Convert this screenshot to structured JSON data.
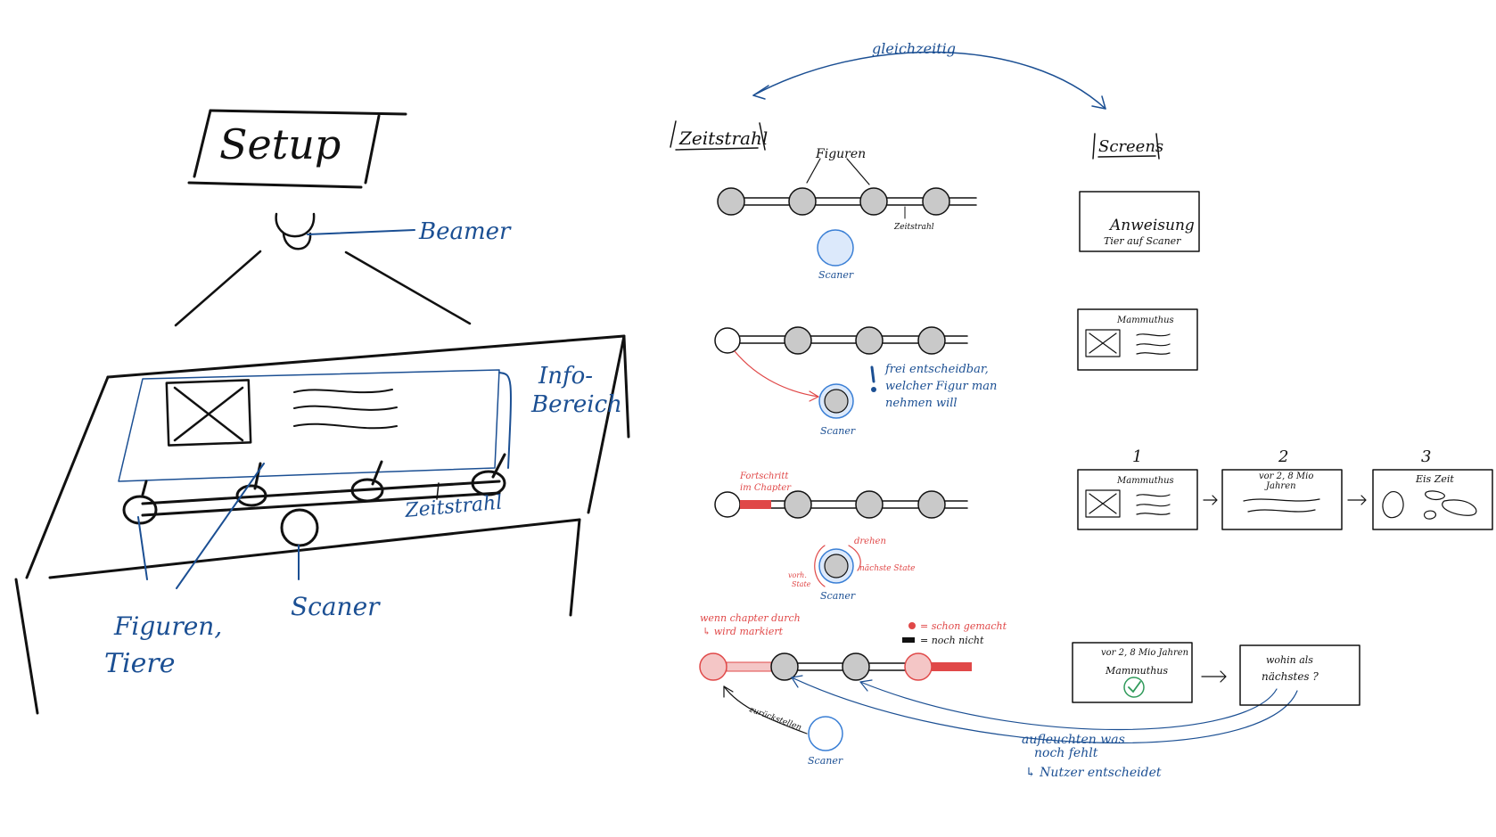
{
  "setup": {
    "title": "Setup",
    "beamer_label": "Beamer",
    "info_label_line1": "Info-",
    "info_label_line2": "Bereich",
    "timeline_label": "Zeitstrahl",
    "scanner_label": "Scaner",
    "figures_label_line1": "Figuren,",
    "figures_label_line2": "Tiere"
  },
  "simultaneous_label": "gleichzeitig",
  "zeitstrahl": {
    "heading": "Zeitstrahl",
    "row1": {
      "figures_label": "Figuren",
      "timeline_small_label": "Zeitstrahl",
      "scanner_label": "Scaner"
    },
    "row2": {
      "note_line1": "frei entscheidbar,",
      "note_line2": "welcher Figur man",
      "note_line3": "nehmen will",
      "scanner_label": "Scaner"
    },
    "row3": {
      "progress_label_line1": "Fortschritt",
      "progress_label_line2": "im Chapter",
      "rotate_label": "drehen",
      "next_state_label": "nächste State",
      "prev_state_label_line1": "vorh.",
      "prev_state_label_line2": "State",
      "scanner_label": "Scaner"
    },
    "row4": {
      "chapter_note_line1": "wenn chapter durch",
      "chapter_note_line2": "↳ wird markiert",
      "legend_done": "= schon gemacht",
      "legend_todo": "= noch nicht",
      "return_label": "zurückstellen",
      "scanner_label": "Scaner",
      "highlight_note_line1": "aufleuchten was",
      "highlight_note_line2": "noch fehlt",
      "highlight_note_line3": "↳ Nutzer entscheidet"
    }
  },
  "screens": {
    "heading": "Screens",
    "screen1_line1": "Anweisung",
    "screen1_line2": "Tier auf Scaner",
    "screen2_title": "Mammuthus",
    "flow": {
      "step1_number": "1",
      "step2_number": "2",
      "step3_number": "3",
      "step1_title": "Mammuthus",
      "step2_line1": "vor 2, 8 Mio",
      "step2_line2": "Jahren",
      "step3_title": "Eis Zeit"
    },
    "final": {
      "box1_line1": "vor 2, 8 Mio Jahren",
      "box1_line2": "Mammuthus",
      "box2_line1": "wohin als",
      "box2_line2": "nächstes ?"
    }
  },
  "colors": {
    "ink": "#111111",
    "blue": "#1b4f93",
    "light_blue": "#3a7fd5",
    "scanner_fill": "#dce9fb",
    "red": "#e04848",
    "figure_fill": "#c9c9c9",
    "check_green": "#2f9a5a"
  }
}
